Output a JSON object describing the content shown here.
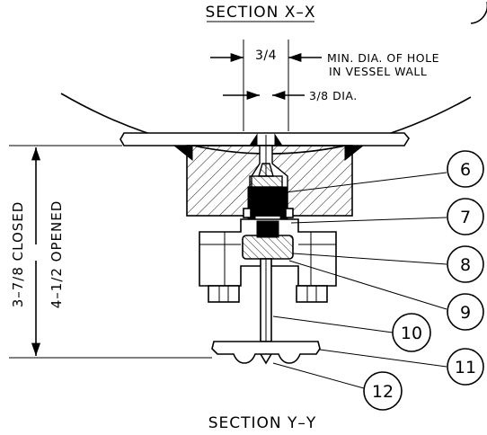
{
  "drawing": {
    "title_top": "SECTION X–X",
    "title_bottom": "SECTION Y–Y",
    "dim_top_value": "3/4",
    "note_min_dia_line1": "MIN. DIA. OF HOLE",
    "note_min_dia_line2": "IN VESSEL WALL",
    "dim_stem": "3/8 DIA.",
    "dim_closed": "3–7/8 CLOSED",
    "dim_opened": "4–1/2 OPENED"
  },
  "callouts": [
    "6",
    "7",
    "8",
    "9",
    "10",
    "11",
    "12"
  ]
}
